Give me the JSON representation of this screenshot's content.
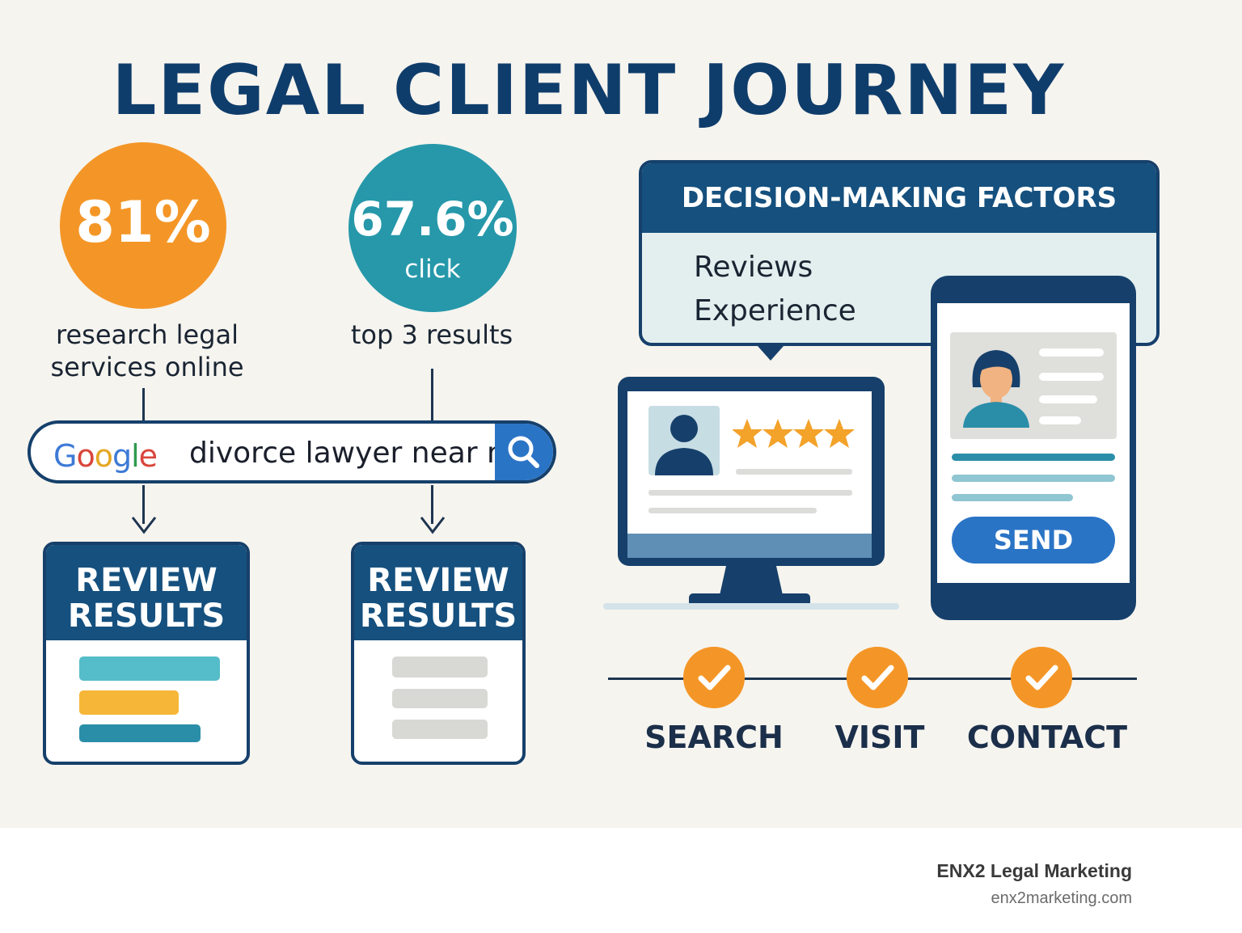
{
  "title": "LEGAL CLIENT JOURNEY",
  "stats": [
    {
      "value": "81%",
      "label_line1": "research legal",
      "label_line2": "services online",
      "color": "#f49627"
    },
    {
      "value": "67.6%",
      "sub": "click",
      "label": "top 3 results",
      "color": "#2698aa"
    }
  ],
  "search": {
    "engine_parts": [
      "G",
      "o",
      "o",
      "g",
      "l",
      "e"
    ],
    "query": "divorce lawyer near me",
    "icon": "search-icon"
  },
  "result_cards": [
    {
      "line1": "REVIEW",
      "line2": "RESULTS"
    },
    {
      "line1": "REVIEW",
      "line2": "RESULTS"
    }
  ],
  "factors": {
    "title": "DECISION-MAKING FACTORS",
    "items": [
      "Reviews",
      "Experience"
    ]
  },
  "rating_icon": "star-icon",
  "rating_stars": 4,
  "send_label": "SEND",
  "steps": [
    "SEARCH",
    "VISIT",
    "CONTACT"
  ],
  "footer": {
    "brand": "ENX2 Legal Marketing",
    "url": "enx2marketing.com"
  },
  "colors": {
    "navy": "#15507e",
    "orange": "#f49627",
    "teal": "#2698aa",
    "blue": "#2a74c6"
  }
}
